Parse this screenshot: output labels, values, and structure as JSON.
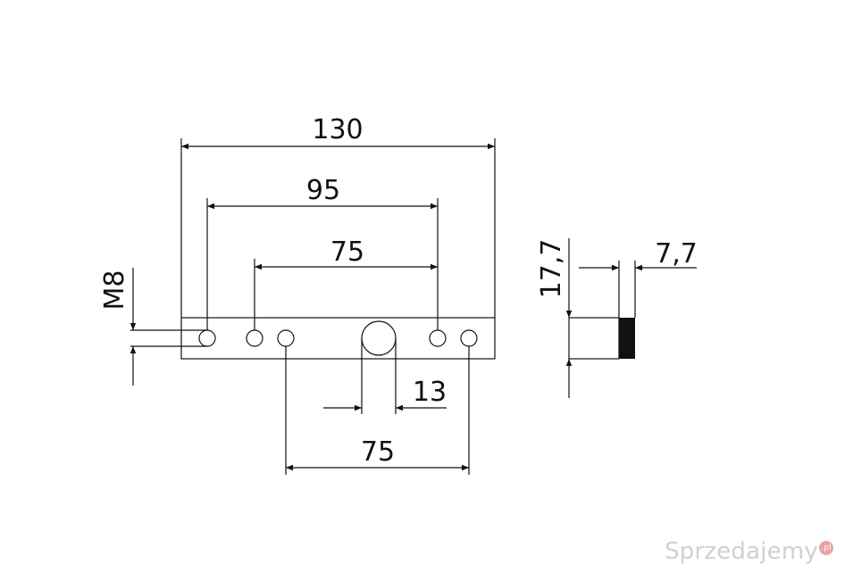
{
  "dimensions": {
    "overall_length": "130",
    "hole_spacing_95": "95",
    "hole_spacing_75_top": "75",
    "hole_spacing_75_bottom": "75",
    "center_hole": "13",
    "thread": "M8",
    "height": "17,7",
    "thickness": "7,7"
  },
  "watermark": {
    "text": "Sprzedajemy",
    "badge": ".pl"
  },
  "colors": {
    "line": "#111111",
    "fill_section": "#111111",
    "watermark": "#d0d0d0"
  }
}
